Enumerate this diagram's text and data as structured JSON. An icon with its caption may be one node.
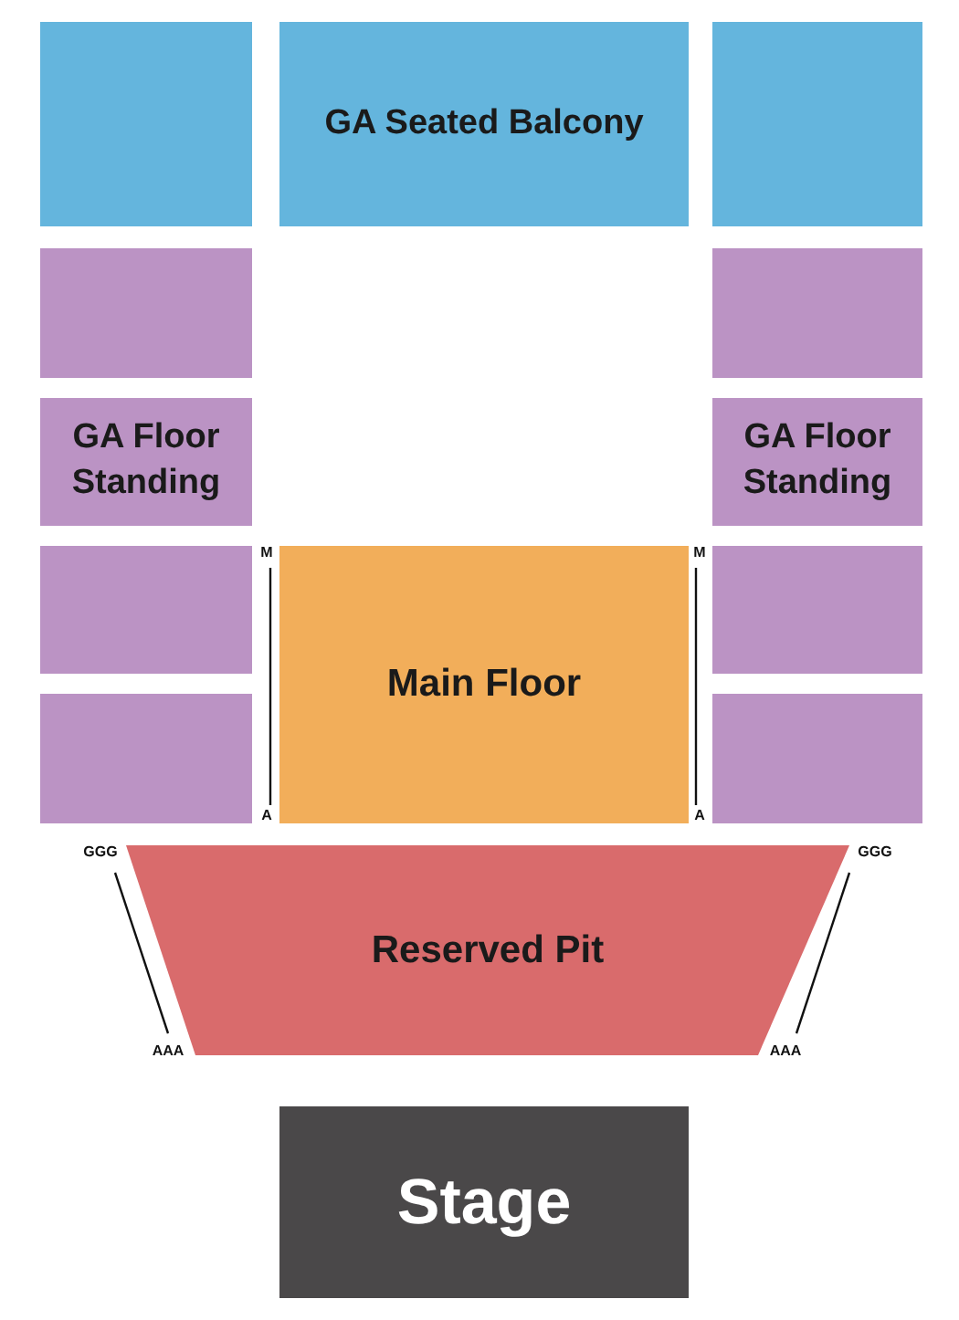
{
  "diagram": {
    "nodes": [
      {
        "text": [],
        "shape": "box"
      },
      {
        "text": [
          "GA Seated Balcony"
        ]
      },
      {
        "text": [],
        "shape": "box"
      },
      {
        "text": [],
        "shape": "box"
      },
      {
        "text": [],
        "shape": "box"
      },
      {
        "text": [
          "GA Floor Standing"
        ]
      },
      {
        "text": [
          "GA Floor Standing"
        ]
      },
      {
        "text": [],
        "shape": "box"
      },
      {
        "text": [
          "Main Floor"
        ]
      },
      {
        "text": [],
        "shape": "box"
      },
      {
        "text": [],
        "shape": "box"
      },
      {
        "text": [],
        "shape": "box"
      },
      {
        "text": [
          "Reserved Pit"
        ]
      },
      {
        "text": [
          "Stage"
        ]
      }
    ],
    "edges": [],
    "labels": [
      "M",
      "M",
      "A",
      "A",
      "GGG",
      "GGG",
      "AAA",
      "AAA"
    ]
  }
}
